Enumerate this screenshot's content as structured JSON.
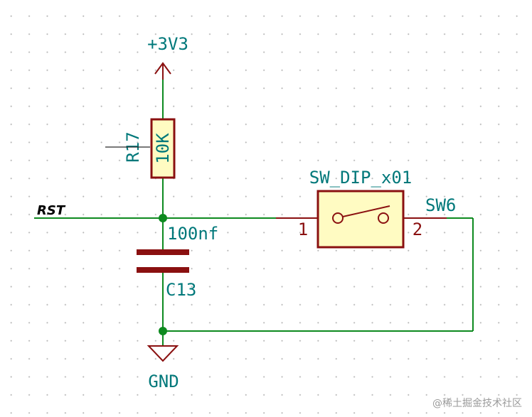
{
  "colors": {
    "wire": "#0d8a1f",
    "component": "#8a1010",
    "label": "#00787a",
    "switch_fill": "#fffbc2"
  },
  "power": {
    "supply_label": "+3V3",
    "ground_label": "GND"
  },
  "resistor": {
    "reference": "R17",
    "value": "10K"
  },
  "capacitor": {
    "reference": "C13",
    "value": "100nf"
  },
  "switch": {
    "reference": "SW6",
    "value": "SW_DIP_x01",
    "pin1": "1",
    "pin2": "2"
  },
  "net": {
    "name": "RST"
  },
  "watermark": "@稀土掘金技术社区"
}
